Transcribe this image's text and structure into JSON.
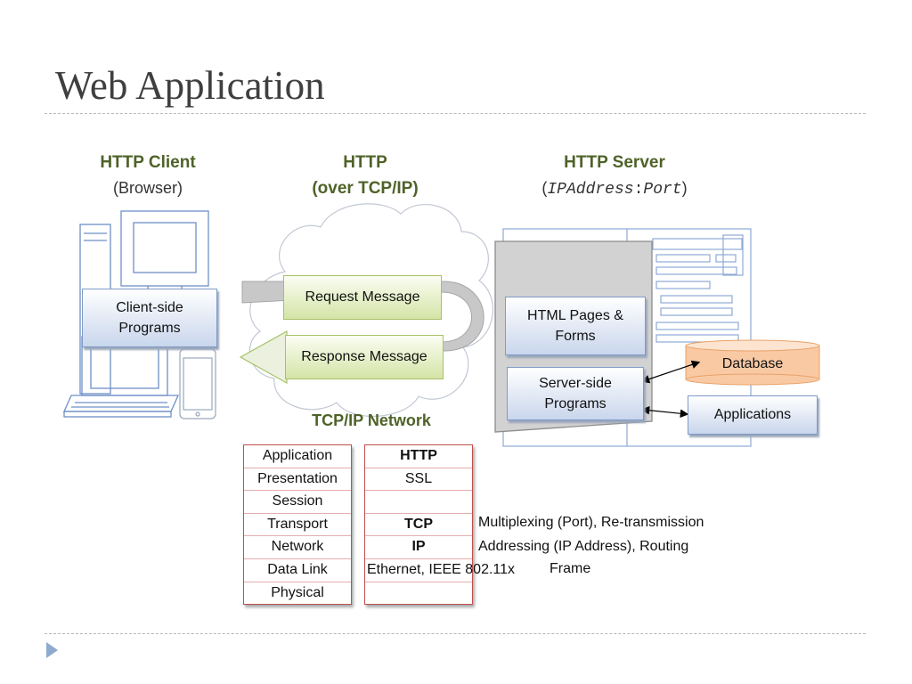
{
  "title": "Web Application",
  "client": {
    "heading": "HTTP Client",
    "sub": "(Browser)",
    "program": "Client-side\nPrograms"
  },
  "http": {
    "heading": "HTTP",
    "sub": "(over TCP/IP)",
    "request": "Request Message",
    "response": "Response Message"
  },
  "server": {
    "heading": "HTTP Server",
    "sub_open": "(",
    "sub_ip": "IPAddress",
    "sub_colon": ":",
    "sub_port": "Port",
    "sub_close": ")",
    "pages": "HTML Pages &\nForms",
    "programs": "Server-side\nPrograms"
  },
  "database": "Database",
  "applications": "Applications",
  "network_title": "TCP/IP Network",
  "osi_layers": [
    "Application",
    "Presentation",
    "Session",
    "Transport",
    "Network",
    "Data Link",
    "Physical"
  ],
  "tcpip_layers": [
    "HTTP",
    "SSL",
    "",
    "TCP",
    "IP",
    "Ethernet, IEEE 802.11x",
    ""
  ],
  "notes": {
    "transport": "Multiplexing (Port), Re-transmission",
    "network": "Addressing (IP Address), Routing",
    "datalink": "Frame"
  },
  "colors": {
    "heading_green": "#4f6228",
    "osi_red": "#c0504d",
    "box_blue": "#c9d6ec",
    "db_orange": "#f9c9a4",
    "arrow_gray": "#bfbfbf"
  }
}
